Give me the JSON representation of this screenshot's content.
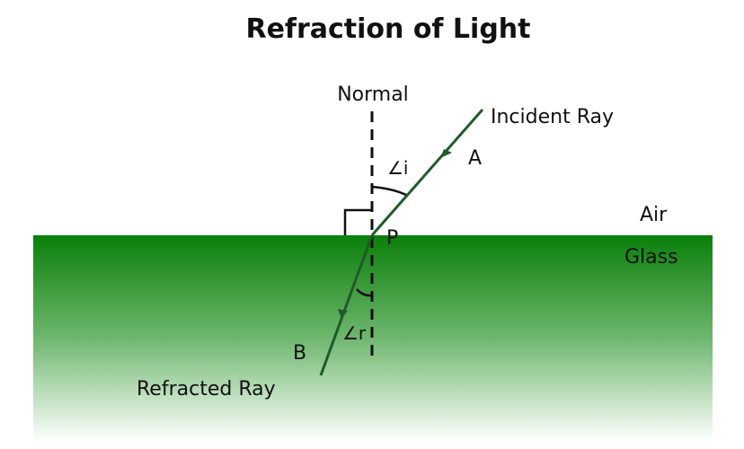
{
  "title": "Refraction of Light",
  "labels": {
    "normal": "Normal",
    "incident_ray": "Incident Ray",
    "refracted_ray": "Refracted Ray",
    "point_a": "A",
    "point_b": "B",
    "point_p": "P",
    "angle_incidence": "∠i",
    "angle_refraction": "∠r",
    "medium_top": "Air",
    "medium_bottom": "Glass"
  },
  "colors": {
    "glass_top": "#0a7f0a",
    "glass_mid": "#6fb76f",
    "glass_bottom": "#ffffff",
    "ray": "#1f5a2a",
    "normal_line": "#111111",
    "text": "#111111"
  }
}
